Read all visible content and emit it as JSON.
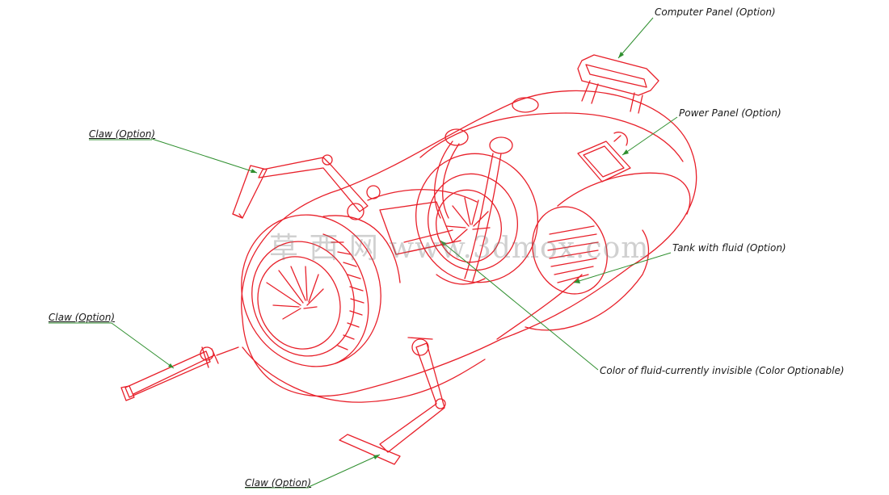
{
  "colors": {
    "line": "#e8202a",
    "leader": "#2f8f2f",
    "text": "#1a1a1a"
  },
  "watermark": "草 西 网 www.3dmox.com",
  "callouts": {
    "computer_panel": "Computer Panel (Option)",
    "power_panel": "Power Panel (Option)",
    "claw_top": "Claw (Option)",
    "tank": "Tank with fluid (Option)",
    "claw_left": "Claw (Option)",
    "fluid_color": "Color of fluid-currently invisible (Color Optionable)",
    "claw_bottom": "Claw (Option)"
  }
}
